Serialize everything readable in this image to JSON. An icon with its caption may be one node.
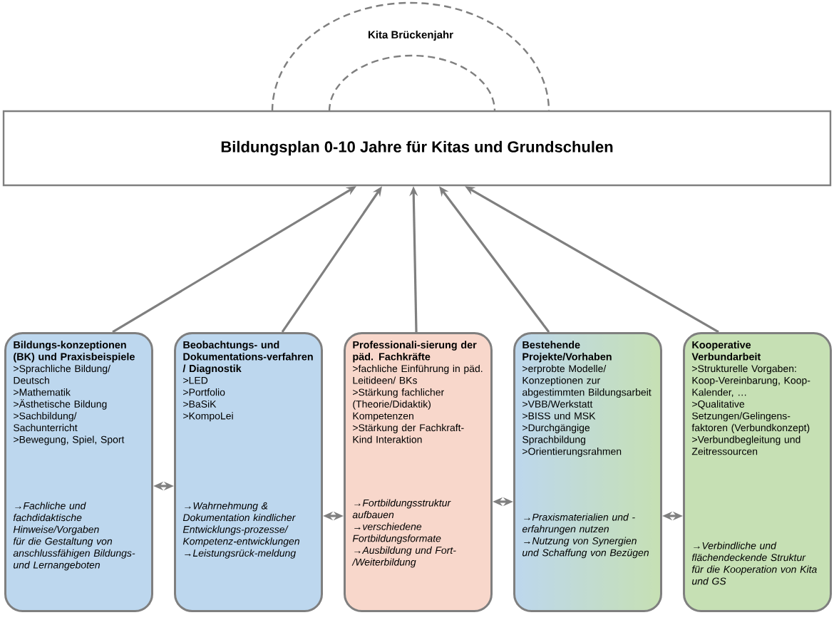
{
  "diagram": {
    "nodes": [
      {
        "text": [
          "Bildungsplan 0-10 Jahre für Kitas und Grundschulen"
        ]
      },
      {
        "text": [
          "Kita Brückenjahr"
        ]
      },
      {
        "text": [
          "Bildungs-konzeptionen (BK) und Praxisbeispiele",
          ">Sprachliche Bildung/ Deutsch",
          ">Mathematik",
          ">Ästhetische Bildung",
          ">Sachbildung/ Sachunterricht",
          ">Bewegung, Spiel, Sport",
          "→Fachliche und fachdidaktische Hinweise/Vorgaben für die Gestaltung von anschlussfähigen Bildungs- und Lernangeboten"
        ]
      },
      {
        "text": [
          "Beobachtungs- und Dokumentations-verfahren / Diagnostik",
          ">LED",
          ">Portfolio",
          ">BaSiK",
          ">KompoLei",
          "→Wahrnehmung & Dokumentation kindlicher Entwicklungs-prozesse/ Kompetenz-entwicklungen",
          "→Leistungsrück-meldung"
        ]
      },
      {
        "text": [
          "Professionali-sierung der päd. Fachkräfte",
          ">fachliche Einführung in päd. Leitideen/ BKs",
          ">Stärkung fachlicher (Theorie/Didaktik) Kompetenzen",
          ">Stärkung der Fachkraft-Kind Interaktion",
          "→Fortbildungsstruktur aufbauen",
          "→verschiedene Fortbildungsformate",
          "→Ausbildung und Fort-/Weiterbildung"
        ]
      },
      {
        "text": [
          "Bestehende Projekte/Vorhaben",
          ">erprobte Modelle/ Konzeptionen zur abgestimmten Bildungsarbeit",
          ">VBB/Werkstatt",
          ">BISS und MSK",
          ">Durchgängige Sprachbildung",
          ">Orientierungsrahmen",
          "→Praxismaterialien und -erfahrungen nutzen",
          "→Nutzung von Synergien und Schaffung von Bezügen"
        ]
      },
      {
        "text": [
          "Kooperative Verbundarbeit",
          ">Strukturelle Vorgaben: Koop-Vereinbarung, Koop-Kalender, …",
          ">Qualitative Setzungen/Gelingens-faktoren (Verbundkonzept)",
          ">Verbundbegleitung und Zeitressourcen",
          "→Verbindliche und flächendeckende Struktur für die Kooperation von Kita und GS"
        ]
      }
    ],
    "edges": [
      {
        "from": 2,
        "to": 0,
        "arrow": "to"
      },
      {
        "from": 3,
        "to": 0,
        "arrow": "to"
      },
      {
        "from": 4,
        "to": 0,
        "arrow": "to"
      },
      {
        "from": 5,
        "to": 0,
        "arrow": "to"
      },
      {
        "from": 6,
        "to": 0,
        "arrow": "to"
      },
      {
        "from": 2,
        "to": 3,
        "arrow": "both"
      },
      {
        "from": 3,
        "to": 4,
        "arrow": "both"
      },
      {
        "from": 4,
        "to": 5,
        "arrow": "both"
      },
      {
        "from": 5,
        "to": 6,
        "arrow": "both"
      }
    ]
  }
}
